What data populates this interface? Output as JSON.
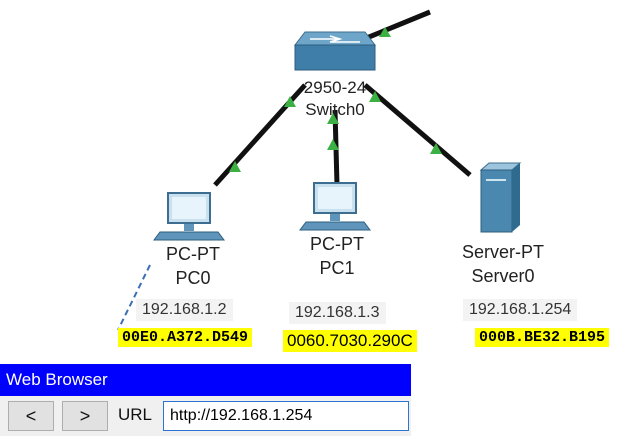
{
  "switch": {
    "model": "2950-24",
    "name": "Switch0"
  },
  "devices": [
    {
      "type": "PC-PT",
      "name": "PC0",
      "ip": "192.168.1.2",
      "mac": "00E0.A372.D549"
    },
    {
      "type": "PC-PT",
      "name": "PC1",
      "ip": "192.168.1.3",
      "mac": "0060.7030.290C"
    },
    {
      "type": "Server-PT",
      "name": "Server0",
      "ip": "192.168.1.254",
      "mac": "000B.BE32.B195"
    }
  ],
  "colors": {
    "link": "#111111",
    "link_up": "#3cb043",
    "mac_highlight": "#ffff00",
    "browser_title_bg": "#0000ff"
  },
  "browser": {
    "title": "Web Browser",
    "back_label": "<",
    "forward_label": ">",
    "url_label": "URL",
    "url_value": "http://192.168.1.254"
  }
}
